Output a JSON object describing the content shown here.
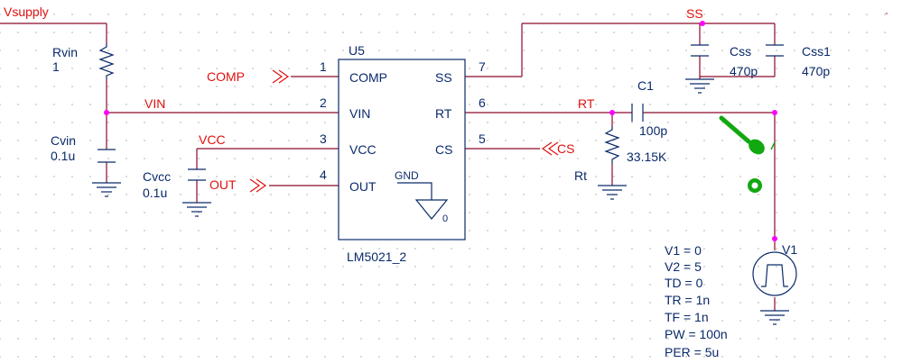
{
  "u5": {
    "ref": "U5",
    "part": "LM5021_2",
    "pins": {
      "comp": {
        "num": "1",
        "name": "COMP"
      },
      "vin": {
        "num": "2",
        "name": "VIN"
      },
      "vcc": {
        "num": "3",
        "name": "VCC"
      },
      "out": {
        "num": "4",
        "name": "OUT"
      },
      "ss": {
        "num": "7",
        "name": "SS"
      },
      "rt": {
        "num": "6",
        "name": "RT"
      },
      "cs": {
        "num": "5",
        "name": "CS"
      },
      "gnd": {
        "name": "GND",
        "num": "0"
      }
    }
  },
  "nets": {
    "vsupply": "Vsupply",
    "vin": "VIN",
    "vcc": "VCC",
    "comp": "COMP",
    "out": "OUT",
    "ss": "SS",
    "rt": "RT",
    "cs": "CS"
  },
  "components": {
    "rvin": {
      "ref": "Rvin",
      "value": "1"
    },
    "cvin": {
      "ref": "Cvin",
      "value": "0.1u"
    },
    "cvcc": {
      "ref": "Cvcc",
      "value": "0.1u"
    },
    "css": {
      "ref": "Css",
      "value": "470p"
    },
    "css1": {
      "ref": "Css1",
      "value": "470p"
    },
    "c1": {
      "ref": "C1",
      "value": "100p"
    },
    "rt": {
      "ref": "Rt",
      "value": "33.15K"
    },
    "v1": {
      "ref": "V1",
      "params": [
        "V1 = 0",
        "V2 = 5",
        "TD = 0",
        "TR = 1n",
        "TF = 1n",
        "PW = 100n",
        "PER = 5u"
      ]
    }
  },
  "colors": {
    "wire": "#8b0a2a",
    "net_label": "#e01010",
    "component": "#0a2a6b",
    "junction": "#ff00ff",
    "probe": "#11a811"
  }
}
